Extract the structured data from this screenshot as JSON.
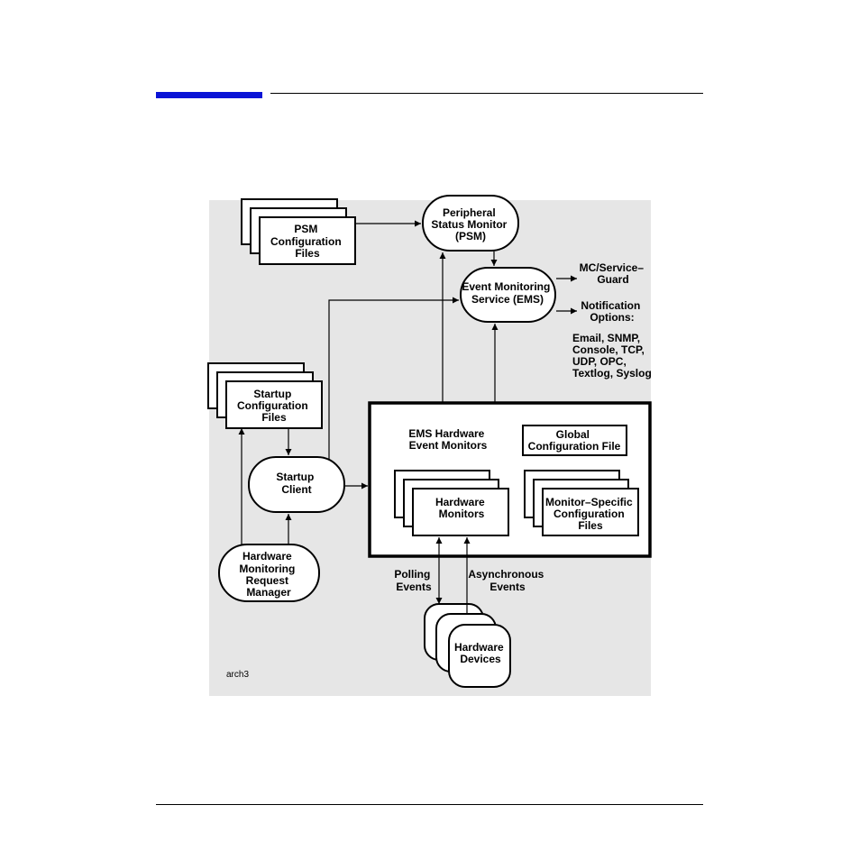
{
  "colors": {
    "accent_bar": "#0a14d6",
    "diagram_bg": "#e6e6e6"
  },
  "nodes": {
    "psm_config": [
      "PSM",
      "Configuration",
      "Files"
    ],
    "psm": [
      "Peripheral",
      "Status Monitor",
      "(PSM)"
    ],
    "ems": [
      "Event Monitoring",
      "Service (EMS)"
    ],
    "startup_config": [
      "Startup",
      "Configuration",
      "Files"
    ],
    "startup_client": [
      "Startup",
      "Client"
    ],
    "request_manager": [
      "Hardware",
      "Monitoring",
      "Request",
      "Manager"
    ],
    "ems_hw_monitors": [
      "EMS Hardware",
      "Event Monitors"
    ],
    "global_config": [
      "Global",
      "Configuration File"
    ],
    "hardware_monitors": [
      "Hardware",
      "Monitors"
    ],
    "monitor_config": [
      "Monitor–Specific",
      "Configuration",
      "Files"
    ],
    "hardware_devices": [
      "Hardware",
      "Devices"
    ]
  },
  "labels": {
    "mc_serviceguard": [
      "MC/Service–",
      "Guard"
    ],
    "notification": [
      "Notification",
      "Options:"
    ],
    "notification_list": [
      "Email, SNMP,",
      "Console, TCP,",
      "UDP, OPC,",
      "Textlog, Syslog"
    ],
    "polling": [
      "Polling",
      "Events"
    ],
    "async": [
      "Asynchronous",
      "Events"
    ]
  },
  "figure_id": "arch3"
}
